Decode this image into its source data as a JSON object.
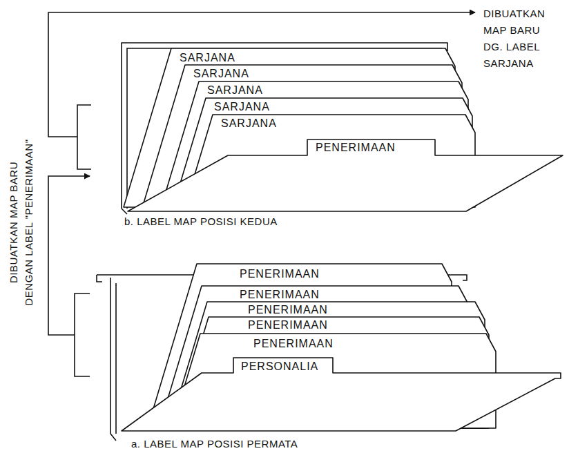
{
  "diagram": {
    "nodes": [
      {
        "text": [
          "SARJANA"
        ]
      },
      {
        "text": [
          "SARJANA"
        ]
      },
      {
        "text": [
          "SARJANA"
        ]
      },
      {
        "text": [
          "SARJANA"
        ]
      },
      {
        "text": [
          "SARJANA"
        ]
      },
      {
        "text": [
          "PENERIMAAN"
        ]
      },
      {
        "text": [
          "PENERIMAAN"
        ]
      },
      {
        "text": [
          "PENERIMAAN"
        ]
      },
      {
        "text": [
          "PENERIMAAN"
        ]
      },
      {
        "text": [
          "PENERIMAAN"
        ]
      },
      {
        "text": [
          "PENERIMAAN"
        ]
      },
      {
        "text": [
          "PERSONALIA"
        ]
      }
    ],
    "labels": [
      "DIBUATKAN MAP BARU DG. LABEL SARJANA",
      "b. LABEL MAP POSISI KEDUA",
      "DIBUATKAN MAP BARU DENGAN LABEL \"PENERIMAAN\"",
      "a. LABEL MAP POSISI PERMATA"
    ]
  }
}
